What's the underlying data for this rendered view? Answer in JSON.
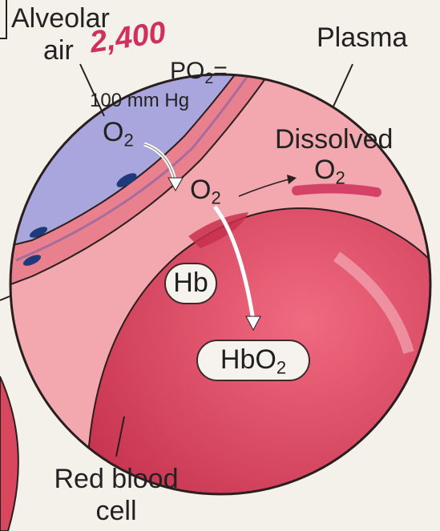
{
  "labels": {
    "alveolar": "Alveolar",
    "air": "air",
    "po2": "PO",
    "po2_sub": "2",
    "po2_eq": "=",
    "po2_value": "100 mm Hg",
    "handwritten_note": "2,400",
    "plasma": "Plasma",
    "o2_left": "O",
    "o2_left_sub": "2",
    "dissolved": "Dissolved",
    "dissolved_o2": "O",
    "dissolved_o2_sub": "2",
    "o2_center": "O",
    "o2_center_sub": "2",
    "hb": "Hb",
    "hbo2": "HbO",
    "hbo2_sub": "2",
    "red_blood_cell_line1": "Red blood",
    "red_blood_cell_line2": "cell"
  },
  "colors": {
    "alveolar_air": "#a9a6dd",
    "plasma": "#f2a8ae",
    "vessel_wall": "#e8808e",
    "rbc": "#d9475e",
    "handwriting": "#d0305a",
    "outline": "#2a1e1e"
  }
}
